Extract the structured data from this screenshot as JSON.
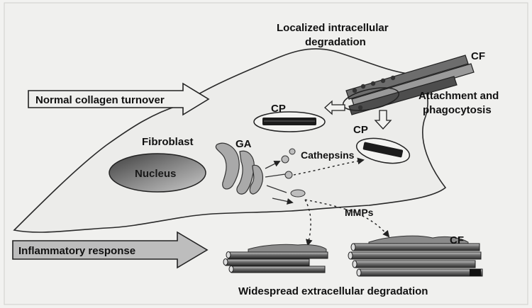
{
  "labels": {
    "top_caption_line1": "Localized intracellular",
    "top_caption_line2": "degradation",
    "cf_top": "CF",
    "normal_turnover": "Normal collagen turnover",
    "attachment_line1": "Attachment and",
    "attachment_line2": "phagocytosis",
    "cp_upper": "CP",
    "cp_lower": "CP",
    "fibroblast": "Fibroblast",
    "ga": "GA",
    "nucleus": "Nucleus",
    "cathepsins": "Cathepsins",
    "mmps": "MMPs",
    "inflammatory": "Inflammatory response",
    "cf_bottom": "CF",
    "bottom_caption": "Widespread extracellular degradation"
  },
  "colors": {
    "background": "#f2f2f0",
    "cell_fill": "#ecece8",
    "nucleus_dark": "#5a5a5a",
    "nucleus_light": "#bdbdbd",
    "arrow_fill": "#ededeb",
    "fiber_dark": "#3a3a3a",
    "fiber_mid": "#7a7a7a",
    "fiber_light": "#b5b5b5"
  },
  "icons": [
    "block-arrow-right",
    "collagen-fiber",
    "vesicle",
    "golgi-apparatus"
  ]
}
